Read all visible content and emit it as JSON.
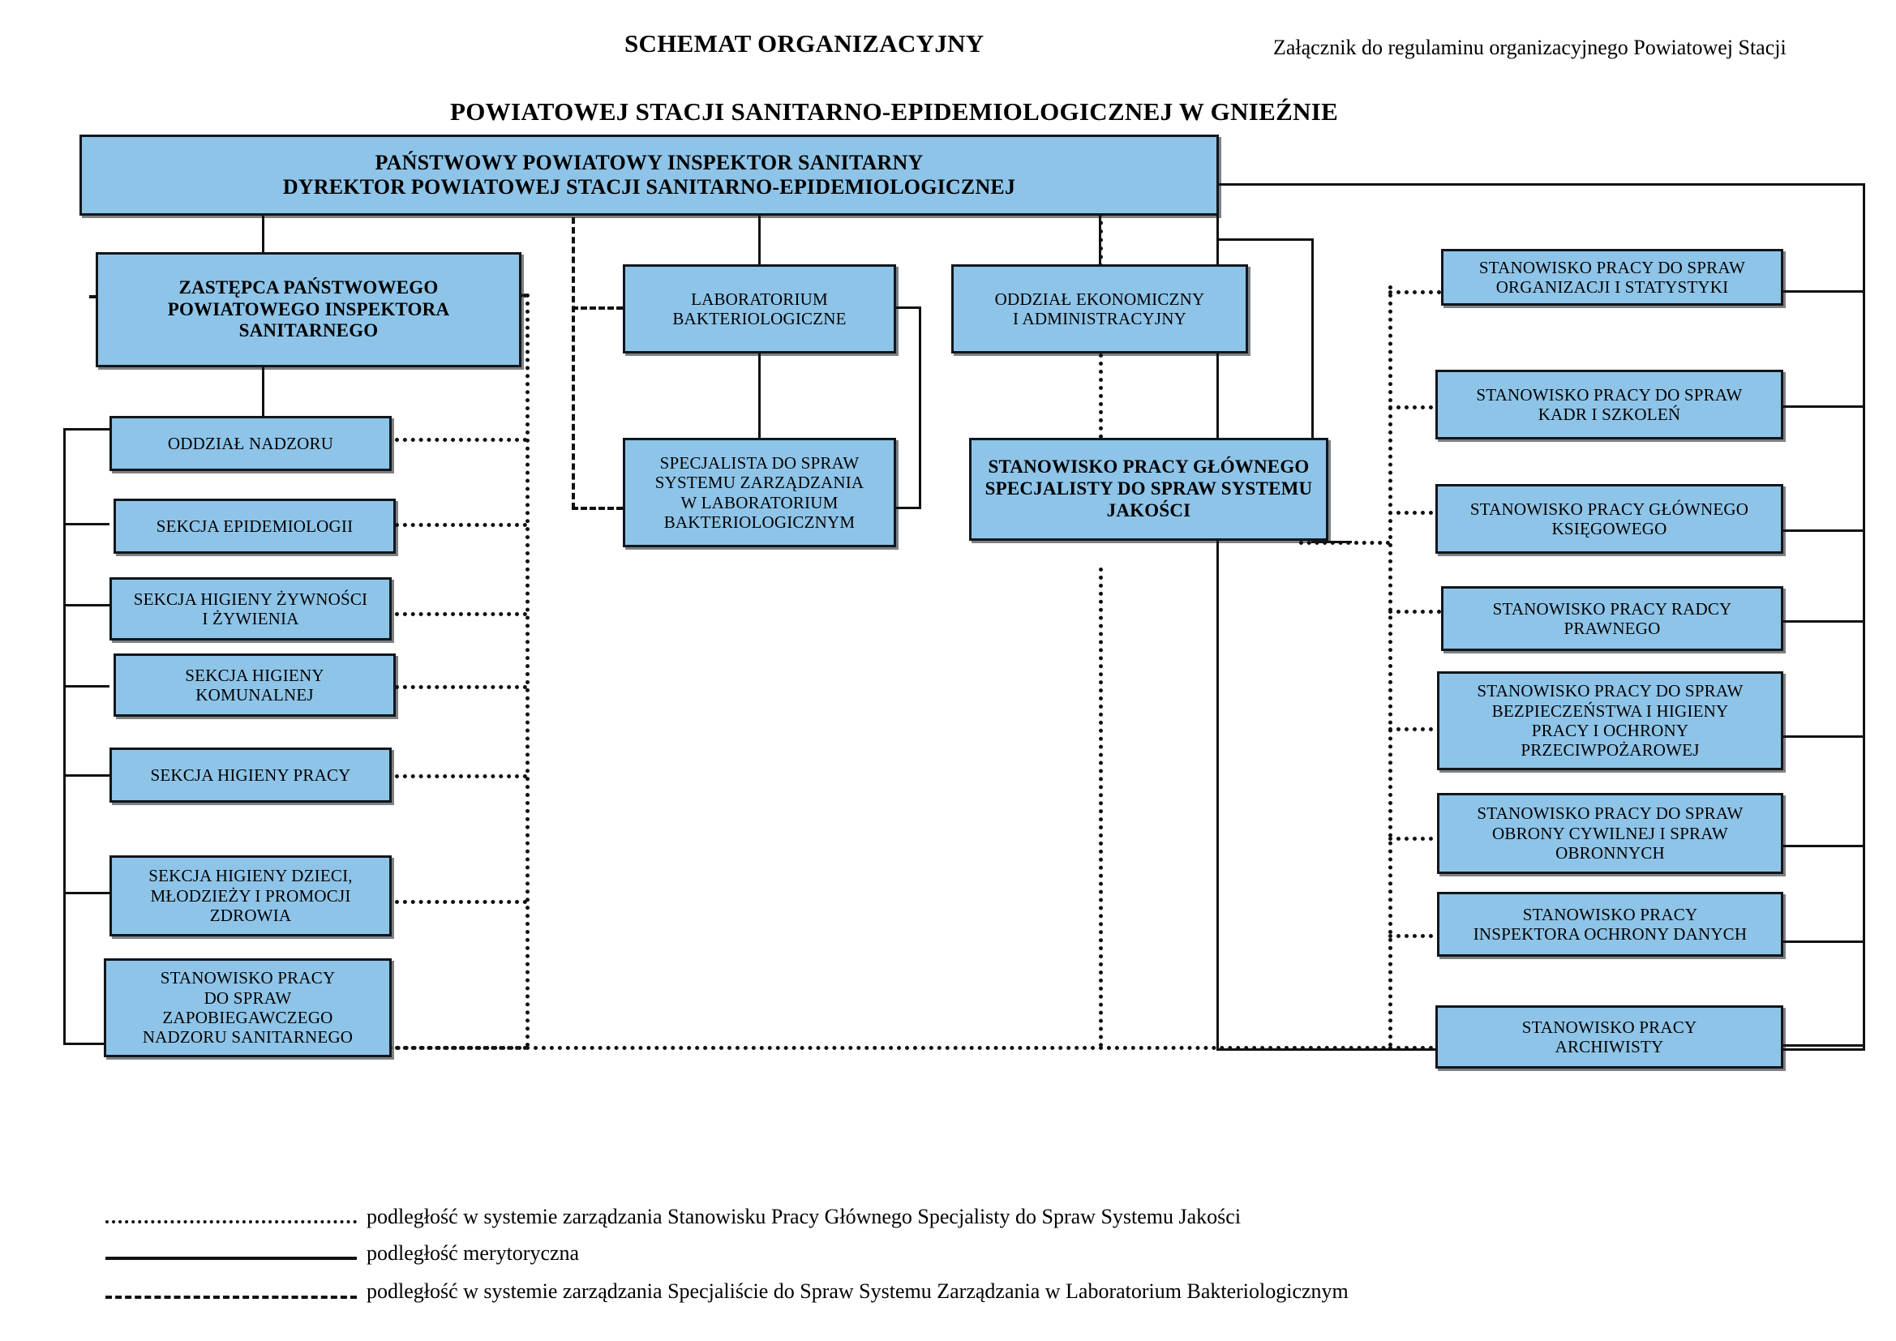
{
  "header": {
    "title_main": "SCHEMAT ORGANIZACYJNY",
    "title_sub": "POWIATOWEJ STACJI SANITARNO-EPIDEMIOLOGICZNEJ W GNIEŹNIE",
    "annex": "Załącznik  do regulaminu organizacyjnego Powiatowej Stacji"
  },
  "colors": {
    "box_fill": "#8ec4e8",
    "box_border": "#10161c",
    "line": "#111111"
  },
  "chart_data": {
    "type": "diagram",
    "title": "SCHEMAT ORGANIZACYJNY POWIATOWEJ STACJI SANITARNO-EPIDEMIOLOGICZNEJ W GNIEŹNIE",
    "nodes": {
      "top": "PAŃSTWOWY POWIATOWY INSPEKTOR SANITARNY\nDYREKTOR POWIATOWEJ STACJI SANITARNO-EPIDEMIOLOGICZNEJ",
      "deputy": "ZASTĘPCA PAŃSTWOWEGO\nPOWIATOWEGO INSPEKTORA\nSANITARNEGO",
      "lab": "LABORATORIUM\nBAKTERIOLOGICZNE",
      "econ": "ODDZIAŁ EKONOMICZNY\nI ADMINISTRACYJNY",
      "lab_spec": "SPECJALISTA DO SPRAW\nSYSTEMU ZARZĄDZANIA\nW LABORATORIUM\nBAKTERIOLOGICZNYM",
      "quality": "STANOWISKO PRACY GŁÓWNEGO\nSPECJALISTY DO SPRAW  SYSTEMU\nJAKOŚCI"
    },
    "left_column": [
      "ODDZIAŁ NADZORU",
      "SEKCJA EPIDEMIOLOGII",
      "SEKCJA HIGIENY ŻYWNOŚCI\nI ŻYWIENIA",
      "SEKCJA  HIGIENY\nKOMUNALNEJ",
      "SEKCJA  HIGIENY PRACY",
      "SEKCJA HIGIENY DZIECI,\nMŁODZIEŻY I PROMOCJI\nZDROWIA",
      "STANOWISKO PRACY\nDO SPRAW\nZAPOBIEGAWCZEGO\nNADZORU SANITARNEGO"
    ],
    "right_column": [
      "STANOWISKO PRACY DO SPRAW\nORGANIZACJI  I STATYSTYKI",
      "STANOWISKO PRACY  DO SPRAW\nKADR  I SZKOLEŃ",
      "STANOWISKO PRACY GŁÓWNEGO\nKSIĘGOWEGO",
      "STANOWISKO PRACY RADCY\nPRAWNEGO",
      "STANOWISKO PRACY DO SPRAW\nBEZPIECZEŃSTWA I HIGIENY\nPRACY I OCHRONY\nPRZECIWPOŻAROWEJ",
      "STANOWISKO PRACY  DO SPRAW\nOBRONY CYWILNEJ  I SPRAW\nOBRONNYCH",
      "STANOWISKO PRACY\nINSPEKTORA OCHRONY DANYCH",
      "STANOWISKO PRACY\nARCHIWISTY"
    ],
    "legend": [
      {
        "style": "dotted",
        "text": "podległość w systemie zarządzania Stanowisku Pracy Głównego Specjalisty do Spraw Systemu Jakości"
      },
      {
        "style": "solid",
        "text": "podległość merytoryczna"
      },
      {
        "style": "dashed",
        "text": "podległość w systemie zarządzania Specjaliście do Spraw Systemu Zarządzania w Laboratorium Bakteriologicznym"
      }
    ]
  }
}
